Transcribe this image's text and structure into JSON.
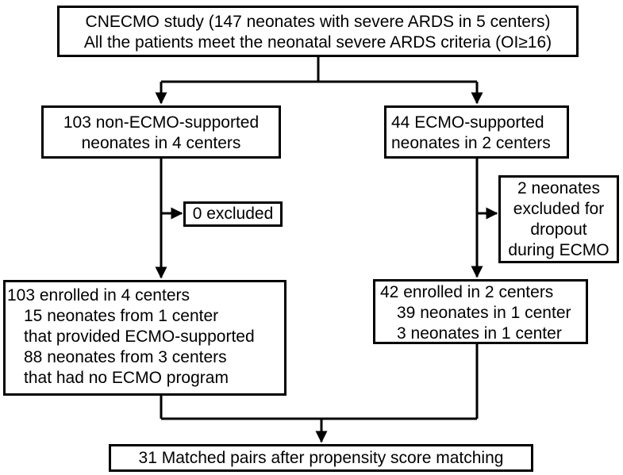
{
  "top_box": {
    "lines": [
      "CNECMO study (147 neonates with severe ARDS in 5 centers)",
      "All the patients meet the neonatal severe ARDS criteria (OI≥16)"
    ]
  },
  "left_group": {
    "lines": [
      "103 non-ECMO-supported",
      "neonates in 4 centers"
    ]
  },
  "right_group": {
    "lines": [
      "44 ECMO-supported",
      "neonates in 2 centers"
    ]
  },
  "left_excluded": {
    "lines": [
      "0 excluded"
    ]
  },
  "right_excluded": {
    "lines": [
      "2 neonates",
      "excluded for",
      "dropout",
      "during ECMO"
    ]
  },
  "left_enrolled": {
    "lines": [
      "103 enrolled in 4 centers",
      "15 neonates from 1 center",
      "that provided ECMO-supported",
      "88 neonates from 3 centers",
      "that had no ECMO program"
    ]
  },
  "right_enrolled": {
    "lines": [
      "42 enrolled in 2 centers",
      "39 neonates in 1 center",
      "3 neonates in 1 center"
    ]
  },
  "bottom_box": {
    "lines": [
      "31 Matched pairs after propensity score matching"
    ]
  }
}
